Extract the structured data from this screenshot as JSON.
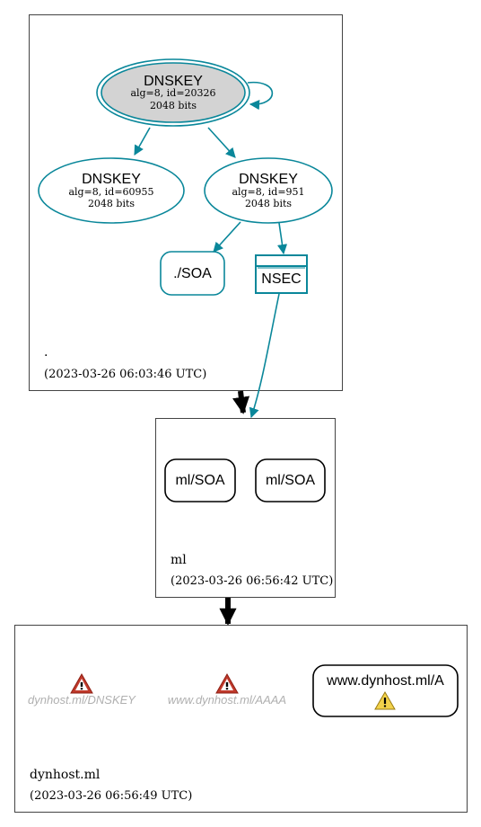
{
  "zones": {
    "root": {
      "name": ".",
      "timestamp": "(2023-03-26 06:03:46 UTC)"
    },
    "ml": {
      "name": "ml",
      "timestamp": "(2023-03-26 06:56:42 UTC)"
    },
    "dynhost": {
      "name": "dynhost.ml",
      "timestamp": "(2023-03-26 06:56:49 UTC)"
    }
  },
  "nodes": {
    "ksk": {
      "title": "DNSKEY",
      "line1": "alg=8, id=20326",
      "line2": "2048 bits"
    },
    "zsk1": {
      "title": "DNSKEY",
      "line1": "alg=8, id=60955",
      "line2": "2048 bits"
    },
    "zsk2": {
      "title": "DNSKEY",
      "line1": "alg=8, id=951",
      "line2": "2048 bits"
    },
    "root_soa": {
      "label": "./SOA"
    },
    "nsec": {
      "label": "NSEC"
    },
    "ml_soa_1": {
      "label": "ml/SOA"
    },
    "ml_soa_2": {
      "label": "ml/SOA"
    },
    "dyn_dnskey": {
      "label": "dynhost.ml/DNSKEY"
    },
    "dyn_aaaa": {
      "label": "www.dynhost.ml/AAAA"
    },
    "dyn_a": {
      "label": "www.dynhost.ml/A"
    }
  },
  "colors": {
    "teal": "#0a879a",
    "gray_fill": "#d3d3d3",
    "error_red": "#c0392b",
    "warning_yellow": "#f2d24b",
    "faded_text": "#b0b0b0"
  },
  "icons": {
    "error": "error-triangle-icon",
    "warning": "warning-triangle-icon"
  }
}
